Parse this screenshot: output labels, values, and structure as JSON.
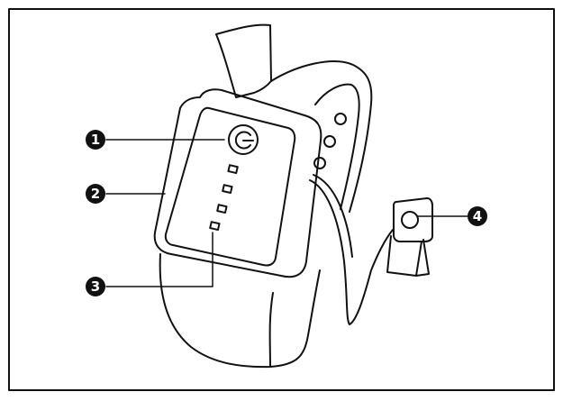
{
  "callouts": [
    {
      "id": "1",
      "label": "1"
    },
    {
      "id": "2",
      "label": "2"
    },
    {
      "id": "3",
      "label": "3"
    },
    {
      "id": "4",
      "label": "4"
    }
  ],
  "colors": {
    "line": "#111111",
    "background": "#ffffff",
    "callout_fill": "#111111"
  }
}
